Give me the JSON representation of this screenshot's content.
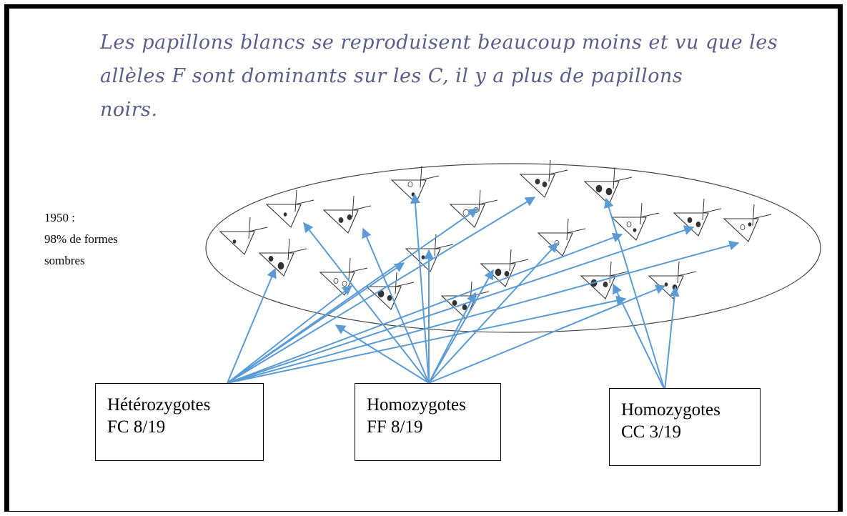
{
  "handwritten_text": {
    "line1": "Les papillons blancs se reproduisent beaucoup moins et vu que les",
    "line2": "allèles F sont dominants sur les C, il y a plus de papillons",
    "line3": "noirs."
  },
  "population_note": {
    "year": "1950 :",
    "line2": "98% de formes",
    "line3": "sombres"
  },
  "genotype_boxes": [
    {
      "label": "Hétérozygotes",
      "value": "FC 8/19"
    },
    {
      "label": "Homozygotes",
      "value": "FF 8/19"
    },
    {
      "label": "Homozygotes",
      "value": "CC 3/19"
    }
  ],
  "colors": {
    "arrow": "#5b9bd5",
    "pencil": "#333333",
    "handwriting": "#5a5f8a"
  }
}
